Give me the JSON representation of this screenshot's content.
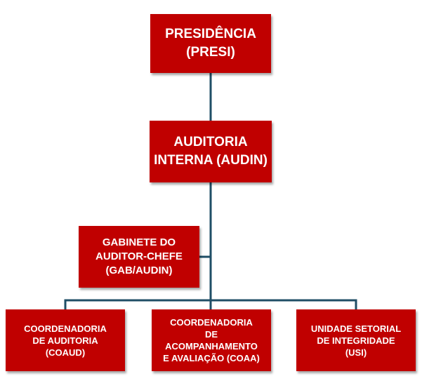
{
  "org_chart": {
    "presidencia": "PRESIDÊNCIA\n(PRESI)",
    "auditoria_interna": "AUDITORIA\nINTERNA (AUDIN)",
    "gabinete": "GABINETE DO\nAUDITOR-CHEFE\n(GAB/AUDIN)",
    "coordenadoria_auditoria": "COORDENADORIA\nDE AUDITORIA\n(COAUD)",
    "coordenadoria_acompanhamento": "COORDENADORIA\nDE\nACOMPANHAMENTO\nE AVALIAÇÃO (COAA)",
    "unidade_setorial": "UNIDADE SETORIAL\nDE INTEGRIDADE\n(USI)"
  },
  "colors": {
    "box_fill": "#c00000",
    "box_text": "#ffffff",
    "connector": "#1f4e66"
  }
}
